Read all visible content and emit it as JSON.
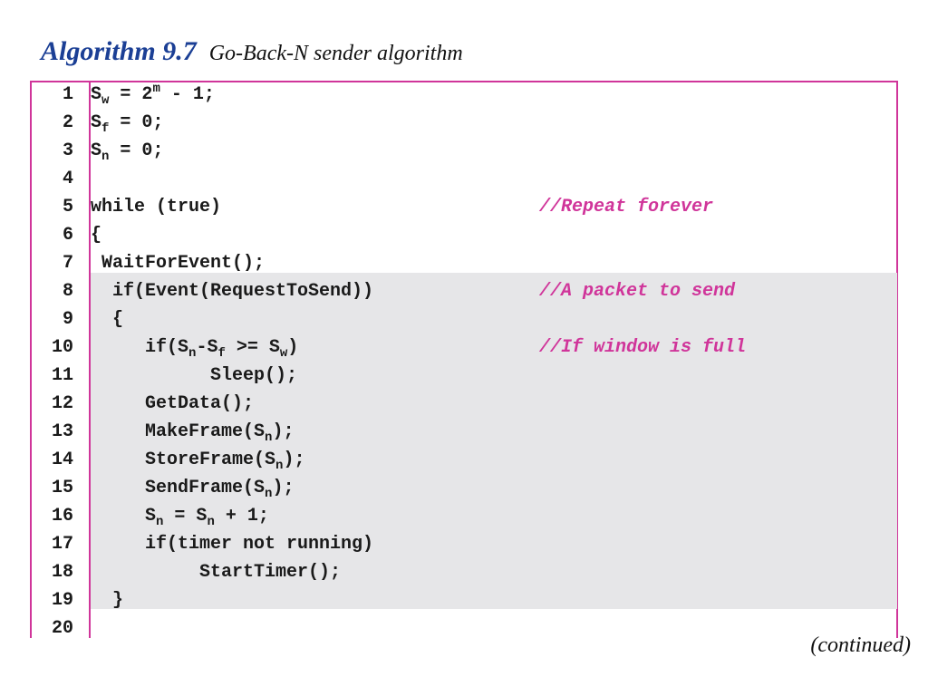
{
  "header": {
    "algorithm_number": "Algorithm 9.7",
    "algorithm_title": "Go-Back-N sender algorithm"
  },
  "lines": [
    {
      "num": "1",
      "code_html": "S<sub>w</sub> = 2<sup>m</sup> - 1;",
      "comment": ""
    },
    {
      "num": "2",
      "code_html": "S<sub>f</sub> = 0;",
      "comment": ""
    },
    {
      "num": "3",
      "code_html": "S<sub>n</sub> = 0;",
      "comment": ""
    },
    {
      "num": "4",
      "code_html": "",
      "comment": ""
    },
    {
      "num": "5",
      "code_html": "while (true)",
      "comment": "//Repeat forever"
    },
    {
      "num": "6",
      "code_html": "{",
      "comment": ""
    },
    {
      "num": "7",
      "code_html": " WaitForEvent();",
      "comment": ""
    },
    {
      "num": "8",
      "code_html": "  if(Event(RequestToSend))",
      "comment": "//A packet to send"
    },
    {
      "num": "9",
      "code_html": "  {",
      "comment": ""
    },
    {
      "num": "10",
      "code_html": "     if(S<sub>n</sub>-S<sub>f</sub> >= S<sub>w</sub>)",
      "comment": "//If window is full"
    },
    {
      "num": "11",
      "code_html": "           Sleep();",
      "comment": ""
    },
    {
      "num": "12",
      "code_html": "     GetData();",
      "comment": ""
    },
    {
      "num": "13",
      "code_html": "     MakeFrame(S<sub>n</sub>);",
      "comment": ""
    },
    {
      "num": "14",
      "code_html": "     StoreFrame(S<sub>n</sub>);",
      "comment": ""
    },
    {
      "num": "15",
      "code_html": "     SendFrame(S<sub>n</sub>);",
      "comment": ""
    },
    {
      "num": "16",
      "code_html": "     S<sub>n</sub> = S<sub>n</sub> + 1;",
      "comment": ""
    },
    {
      "num": "17",
      "code_html": "     if(timer not running)",
      "comment": ""
    },
    {
      "num": "18",
      "code_html": "          StartTimer();",
      "comment": ""
    },
    {
      "num": "19",
      "code_html": "  }",
      "comment": ""
    },
    {
      "num": "20",
      "code_html": "",
      "comment": ""
    }
  ],
  "footer": {
    "continued": "(continued)"
  },
  "colors": {
    "accent": "#d0359a",
    "title_blue": "#1b3f95",
    "highlight": "#e6e6e8"
  }
}
